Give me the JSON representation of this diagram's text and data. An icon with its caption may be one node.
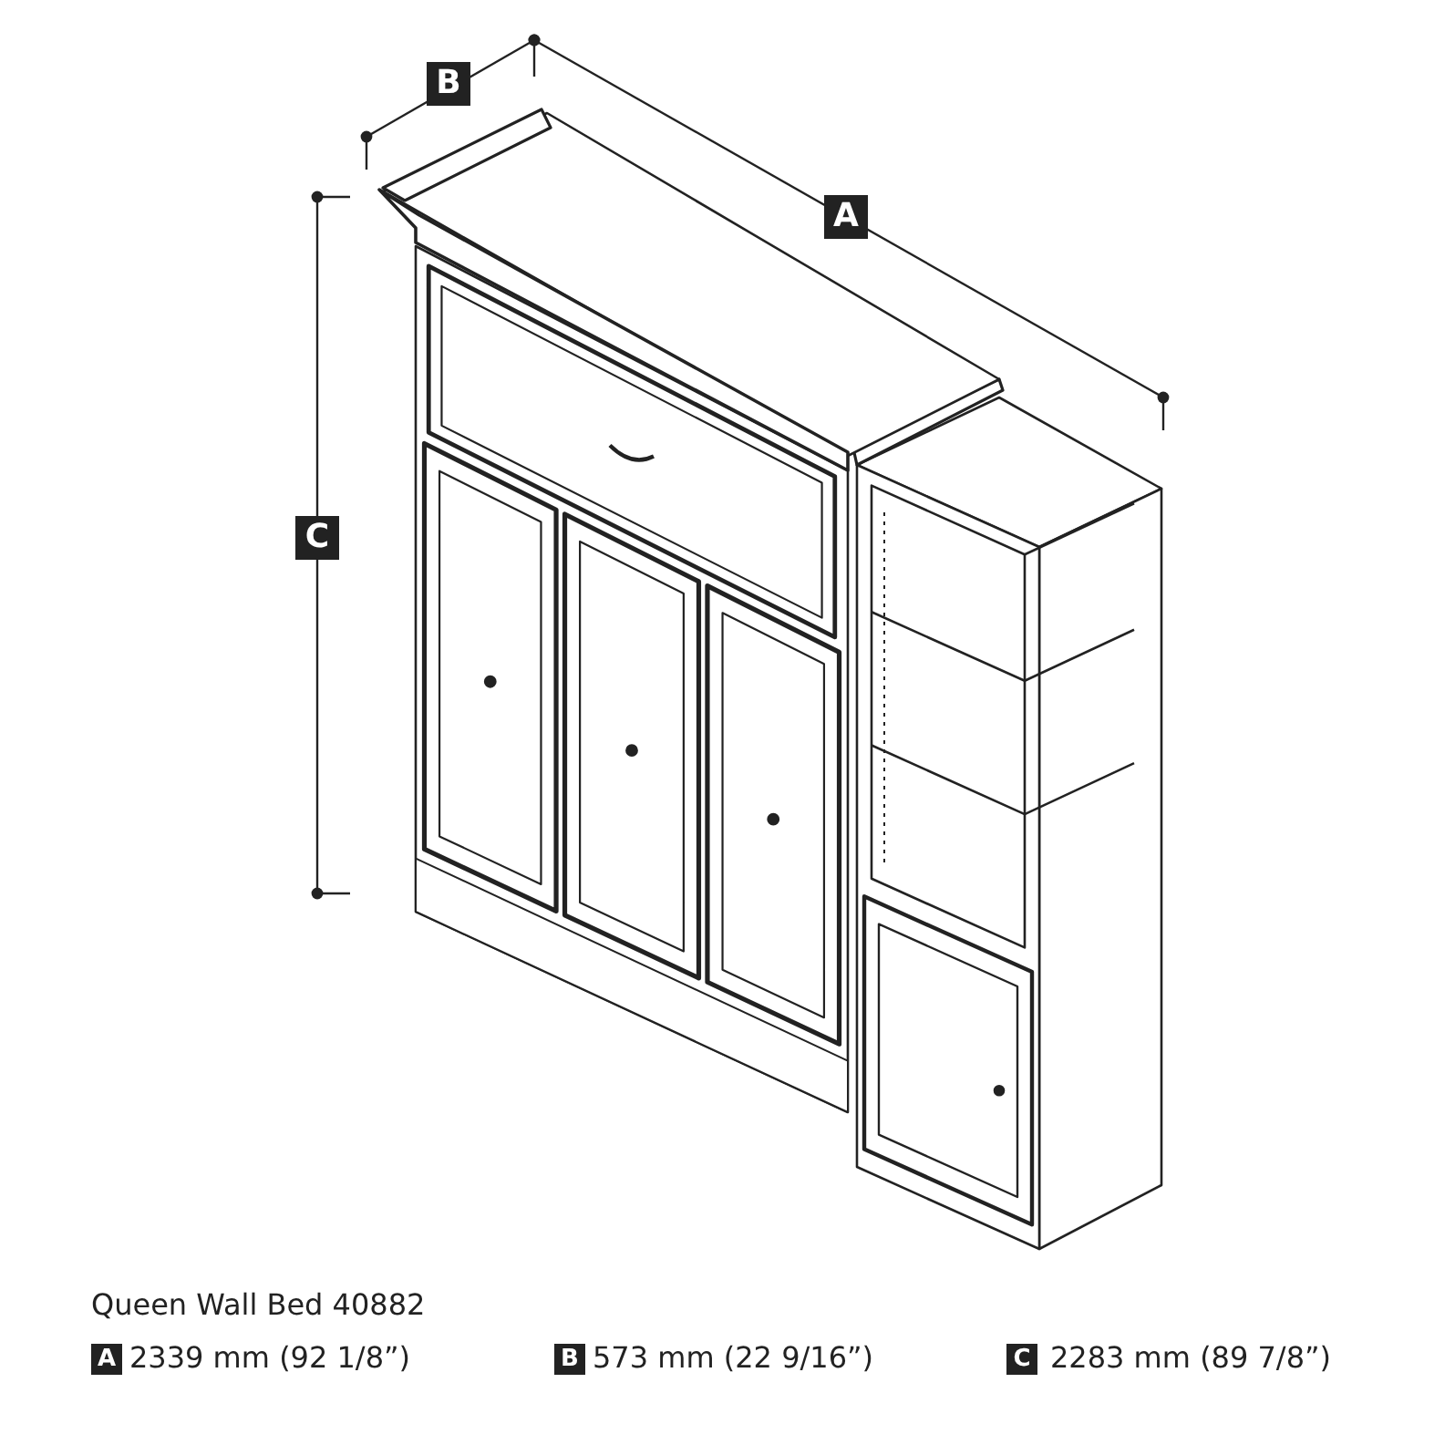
{
  "diagram": {
    "labels": [
      "B",
      "A",
      "C",
      "Queen Wall Bed 40882",
      "A",
      "2339 mm (92 1/8”)",
      "B",
      "573 mm (22 9/16”)",
      "C",
      "2283 mm (89 7/8”)"
    ]
  }
}
